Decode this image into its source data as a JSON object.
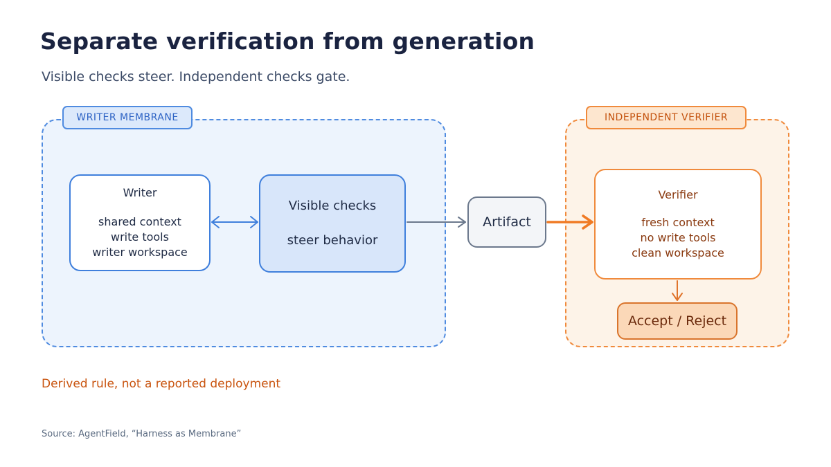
{
  "title": "Separate verification from generation",
  "subtitle": "Visible checks steer. Independent checks gate.",
  "writer_membrane": {
    "tag": "WRITER MEMBRANE",
    "writer": {
      "heading": "Writer",
      "lines": [
        "shared context",
        "write tools",
        "writer workspace"
      ]
    },
    "visible_checks": {
      "heading": "Visible checks",
      "detail": "steer behavior"
    }
  },
  "artifact": "Artifact",
  "independent_verifier": {
    "tag": "INDEPENDENT VERIFIER",
    "verifier": {
      "heading": "Verifier",
      "lines": [
        "fresh context",
        "no write tools",
        "clean workspace"
      ]
    },
    "decision": "Accept / Reject"
  },
  "note": "Derived rule, not a reported deployment",
  "source": "Source: AgentField, “Harness as Membrane”",
  "colors": {
    "writer_blue": "#3f7fdc",
    "writer_fill": "#edf4fd",
    "verifier_orange": "#f08a3c",
    "verifier_fill": "#fdf3e8",
    "artifact_gray": "#6b788c",
    "note_orange": "#c9540f"
  }
}
